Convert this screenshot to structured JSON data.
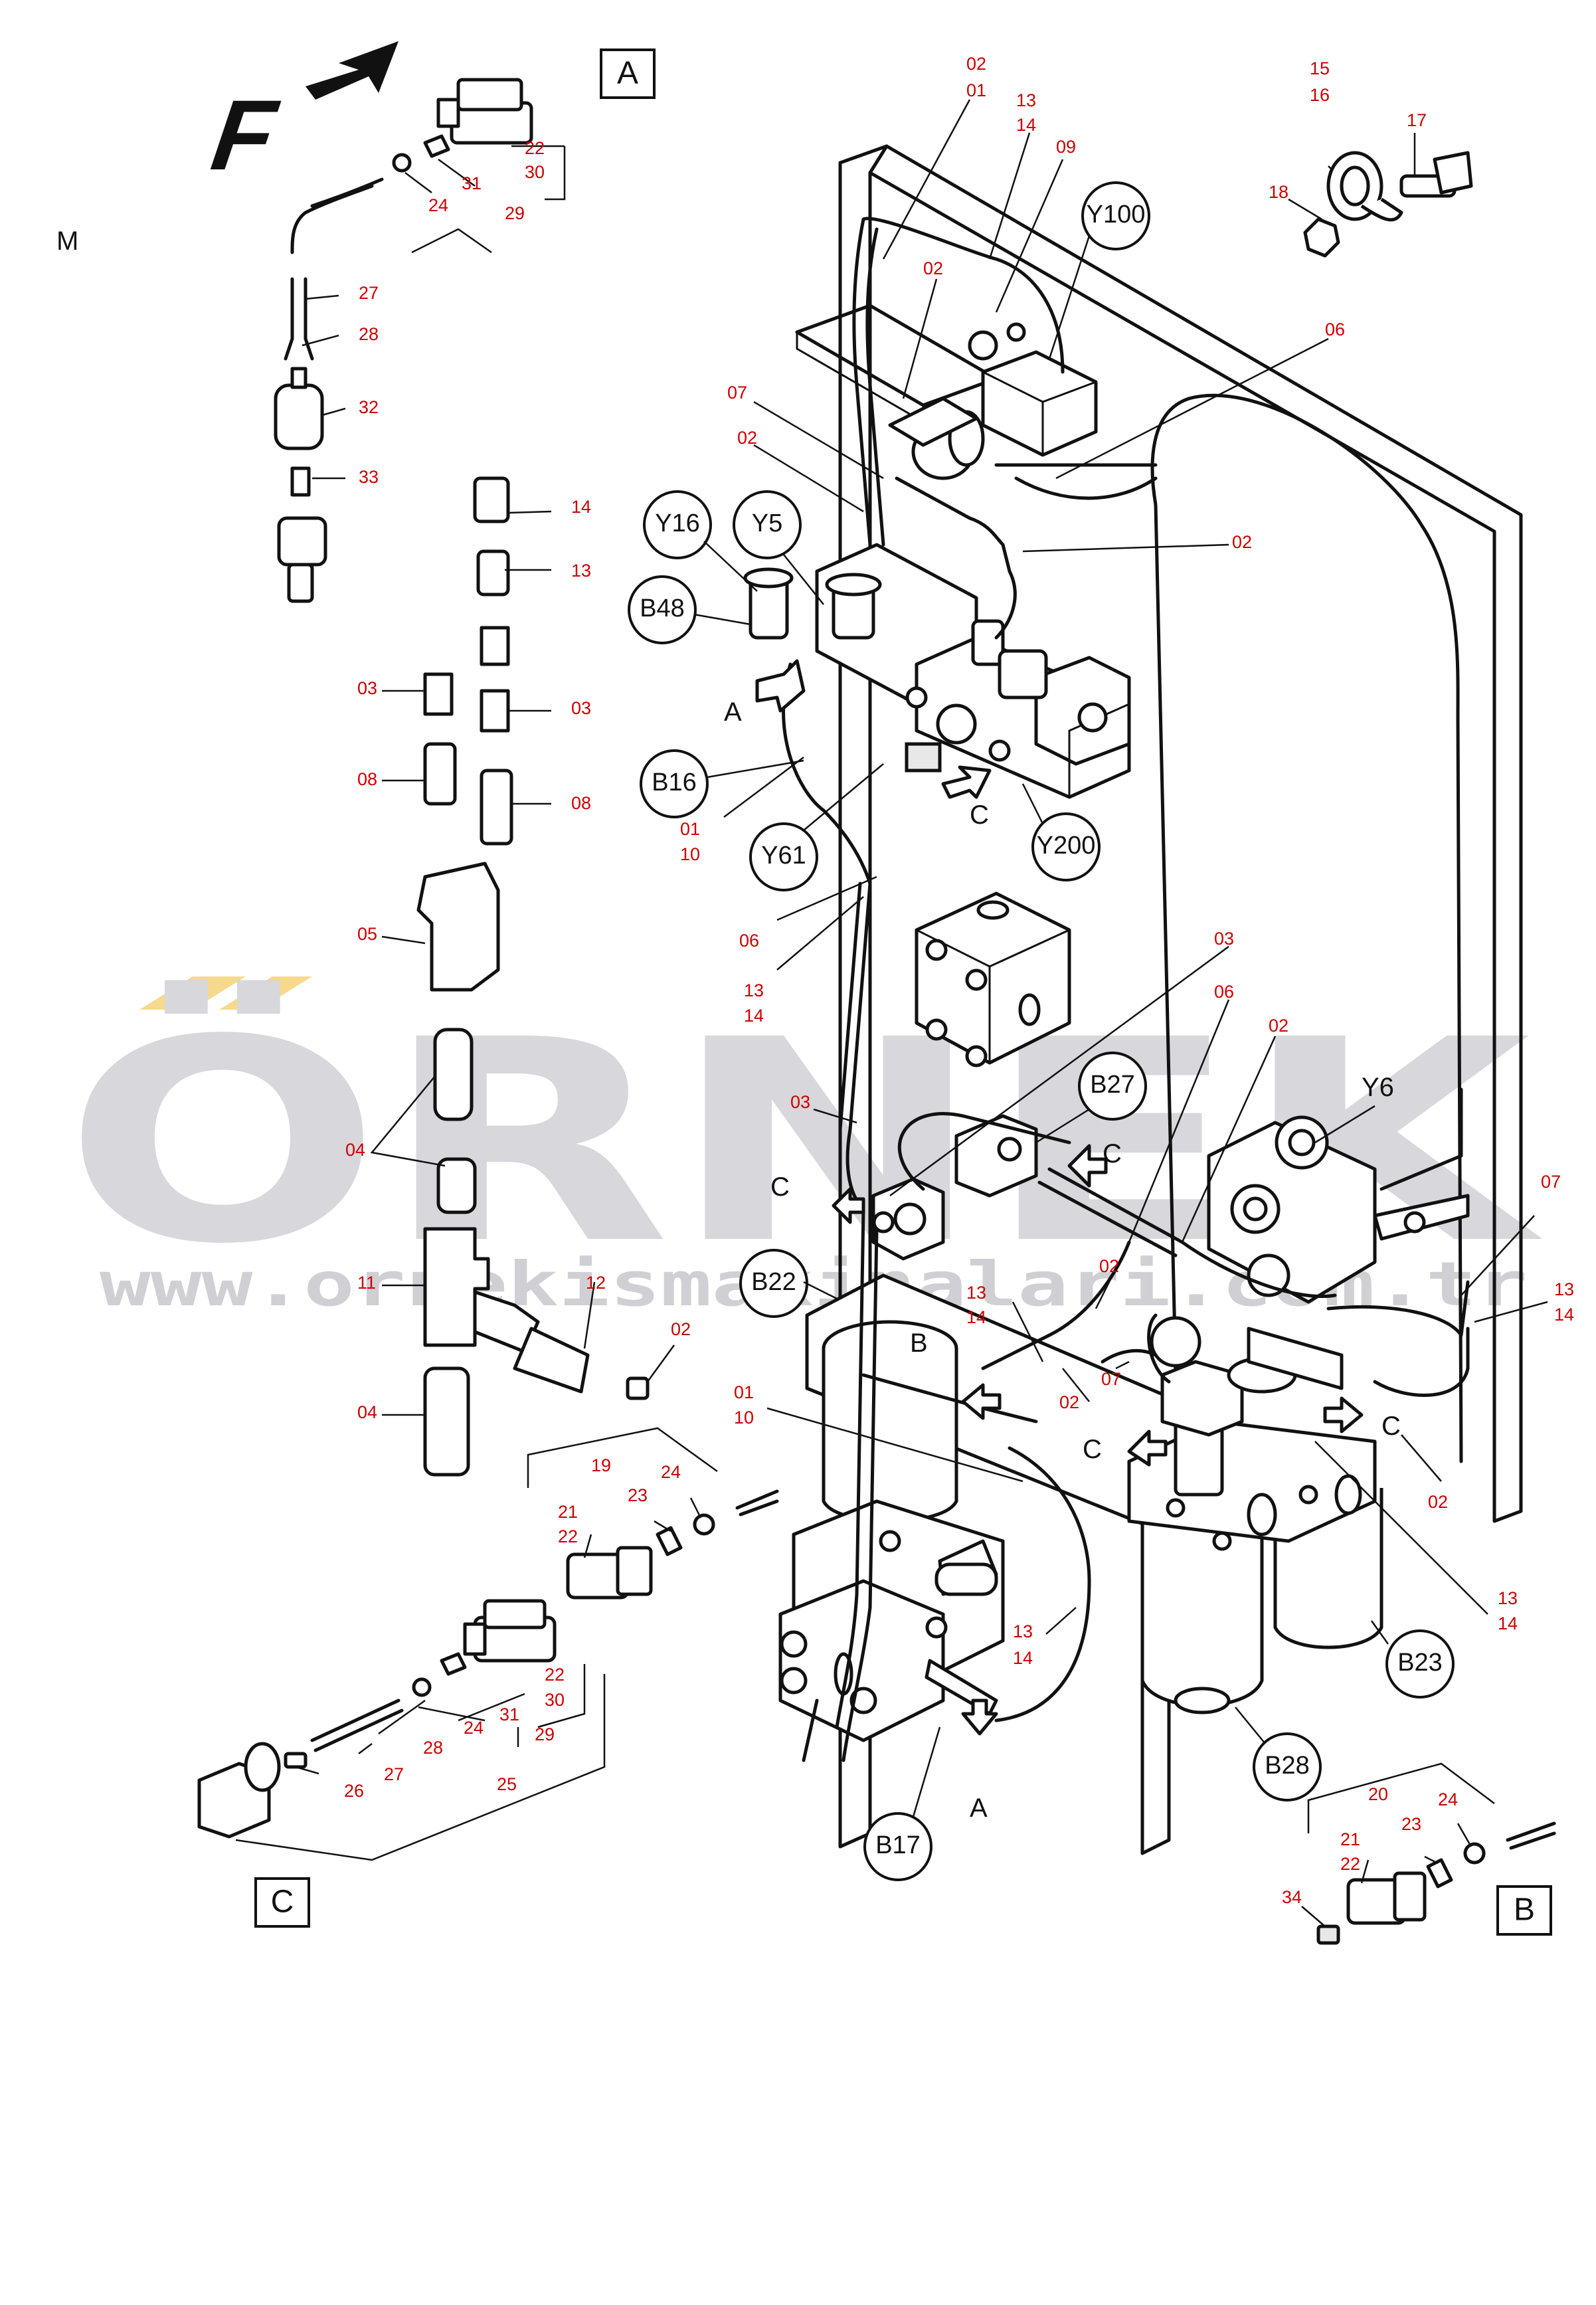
{
  "watermark": {
    "word": "ÖRNEK",
    "url": "www.ornekismakinalari.com.tr"
  },
  "section_letter": "M",
  "direction_mark": "F",
  "view_boxes": {
    "a": "A",
    "b": "B",
    "c": "C"
  },
  "components": {
    "y100": "Y100",
    "y16": "Y16",
    "y5": "Y5",
    "b48": "B48",
    "b16": "B16",
    "y61": "Y61",
    "y200": "Y200",
    "b27": "B27",
    "y6": "Y6",
    "b22": "B22",
    "b23": "B23",
    "b28": "B28",
    "b17": "B17"
  },
  "view_arrows": {
    "a1": "A",
    "a2": "A",
    "b1": "B",
    "c1": "C",
    "c2": "C",
    "c3": "C",
    "c4": "C",
    "c5": "C"
  },
  "part_numbers": {
    "p22_top": "22",
    "p30_top": "30",
    "p31_top": "31",
    "p24_top": "24",
    "p29_top": "29",
    "p27_left": "27",
    "p28_left": "28",
    "p32": "32",
    "p33": "33",
    "p14_stack": "14",
    "p13_stack": "13",
    "p03_a": "03",
    "p03_b": "03",
    "p08_a": "08",
    "p08_b": "08",
    "p05": "05",
    "p04_a": "04",
    "p04_b": "04",
    "p11": "11",
    "p12": "12",
    "p02_fit": "02",
    "p02_01_top": "02",
    "p01_top": "01",
    "p13_top": "13",
    "p14_top": "14",
    "p09": "09",
    "p02_mid": "02",
    "p07_a": "07",
    "p02_b": "02",
    "p06_top": "06",
    "p02_right": "02",
    "p15": "15",
    "p16": "16",
    "p17": "17",
    "p18": "18",
    "p01_b16": "01",
    "p10_b16": "10",
    "p06_b": "06",
    "p13_b": "13",
    "p14_b": "14",
    "p03_c": "03",
    "p06_c": "06",
    "p02_y6": "02",
    "p03_d": "03",
    "p13_c": "13",
    "p14_c": "14",
    "p02_c": "02",
    "p07_b": "07",
    "p02_d": "02",
    "p07_c": "07",
    "p13_d": "13",
    "p14_d": "14",
    "p01_c": "01",
    "p10_c": "10",
    "p02_e": "02",
    "p13_e": "13",
    "p14_e": "14",
    "p13_f": "13",
    "p14_f": "14",
    "p19": "19",
    "p21_a": "21",
    "p22_a": "22",
    "p23_a": "23",
    "p24_a": "24",
    "p22_c": "22",
    "p30_c": "30",
    "p31_c": "31",
    "p24_c": "24",
    "p29_c": "29",
    "p28_c": "28",
    "p27_c": "27",
    "p26": "26",
    "p25": "25",
    "p20": "20",
    "p21_b": "21",
    "p22_b": "22",
    "p23_b": "23",
    "p24_b": "24",
    "p34": "34"
  }
}
